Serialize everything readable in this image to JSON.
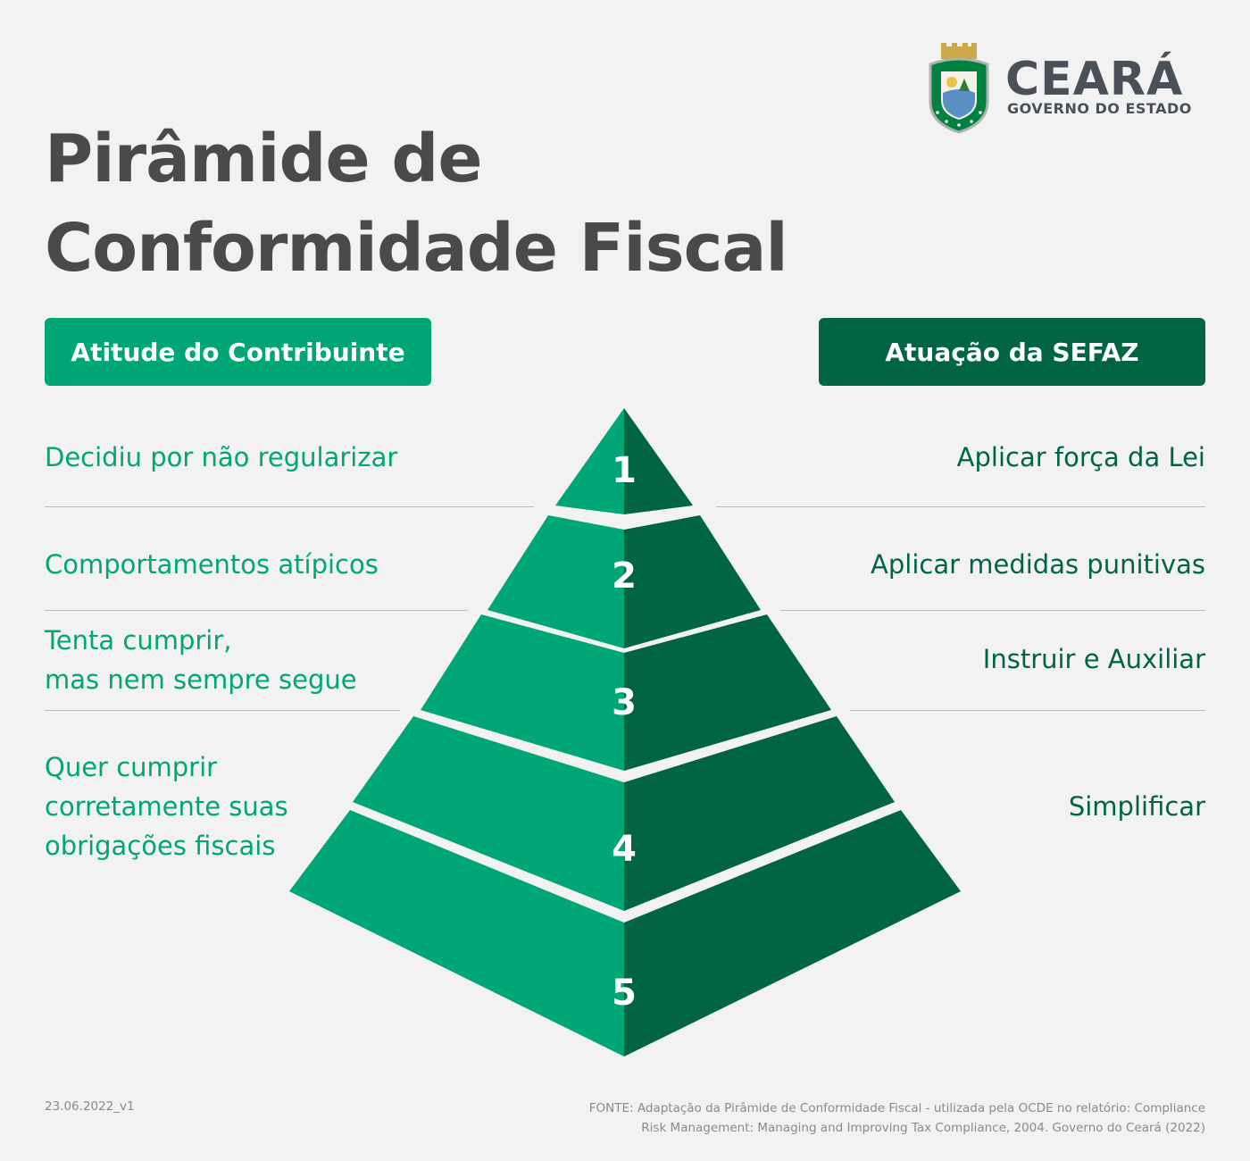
{
  "title": {
    "line1": "Pirâmide de",
    "line2": "Conformidade Fiscal"
  },
  "logo": {
    "name": "CEARÁ",
    "subtitle": "GOVERNO DO ESTADO"
  },
  "headers": {
    "left": "Atitude do Contribuinte",
    "right": "Atuação da SEFAZ"
  },
  "levels": [
    {
      "number": "1",
      "attitude": "Decidiu por não regularizar",
      "action": "Aplicar força da Lei"
    },
    {
      "number": "2",
      "attitude": "Comportamentos atípicos",
      "action": "Aplicar medidas punitivas"
    },
    {
      "number": "3",
      "attitude": "Tenta cumprir,\nmas nem sempre segue",
      "action": "Instruir e Auxiliar"
    },
    {
      "number": "4",
      "attitude": "Quer cumprir\ncorretamente suas\nobrigações fiscais",
      "action": "Simplificar"
    },
    {
      "number": "5",
      "attitude": "",
      "action": ""
    }
  ],
  "footer": {
    "version": "23.06.2022_v1",
    "source_line1": "FONTE: Adaptação da Pirâmide de Conformidade Fiscal - utilizada pela OCDE no relatório: Compliance",
    "source_line2": "Risk Management: Managing and Improving Tax Compliance, 2004. Governo do Ceará (2022)"
  },
  "colors": {
    "light_green": "#00a675",
    "dark_green": "#006540",
    "title_gray": "#4a4a4a",
    "background": "#f2f2f2"
  }
}
